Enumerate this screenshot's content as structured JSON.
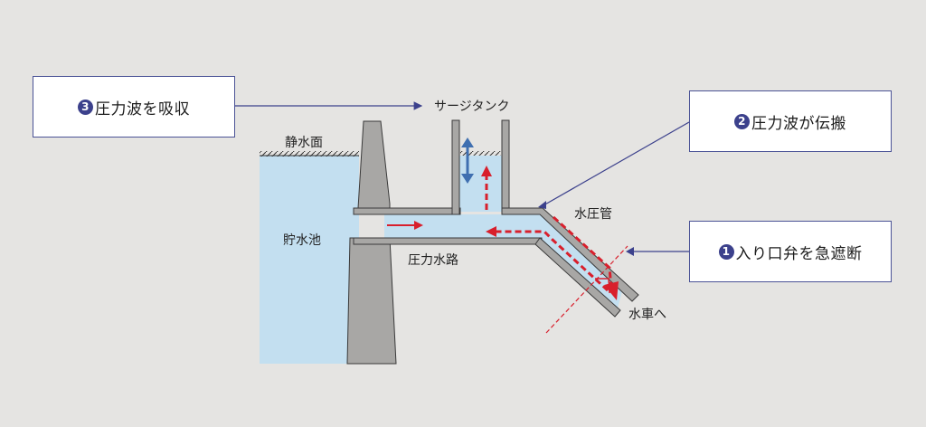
{
  "labels": {
    "surge_tank": "サージタンク",
    "static_water_level": "静水面",
    "reservoir": "貯水池",
    "penstock": "水圧管",
    "headrace": "圧力水路",
    "to_turbine": "水車へ"
  },
  "callouts": {
    "step1": {
      "number": "1",
      "text": "入り口弁を急遮断"
    },
    "step2": {
      "number": "2",
      "text": "圧力波が伝搬"
    },
    "step3": {
      "number": "3",
      "text": "圧力波を吸収"
    }
  },
  "colors": {
    "background": "#e5e4e2",
    "water": "#c3dff0",
    "concrete": "#a8a7a5",
    "concrete_stroke": "#3a3a3a",
    "pressure_wave": "#d81f2c",
    "surge_arrow": "#3f6fb0",
    "callout_border": "#4b5396",
    "number_badge": "#3c418c"
  }
}
